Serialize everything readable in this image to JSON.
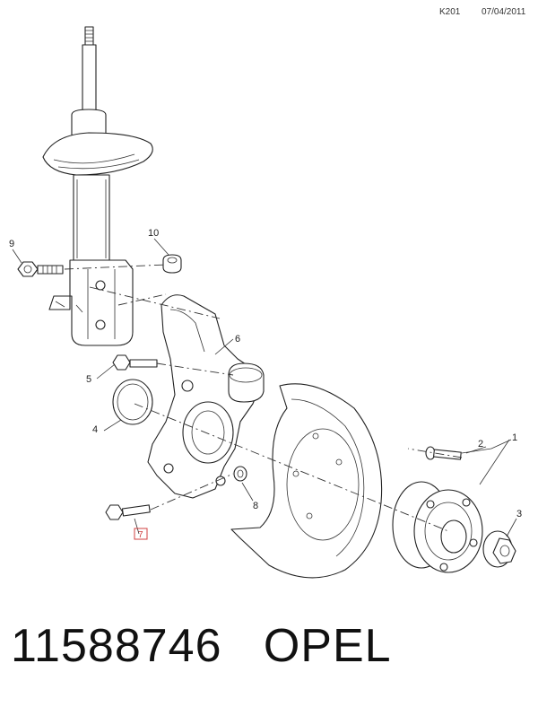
{
  "header": {
    "code": "K201",
    "date": "07/04/2011"
  },
  "callouts": [
    "1",
    "2",
    "3",
    "4",
    "5",
    "6",
    "7",
    "8",
    "9",
    "10"
  ],
  "footer": {
    "part_number": "11588746",
    "brand": "OPEL"
  },
  "colors": {
    "line": "#222222",
    "highlight": "#d04040",
    "background": "#ffffff"
  }
}
